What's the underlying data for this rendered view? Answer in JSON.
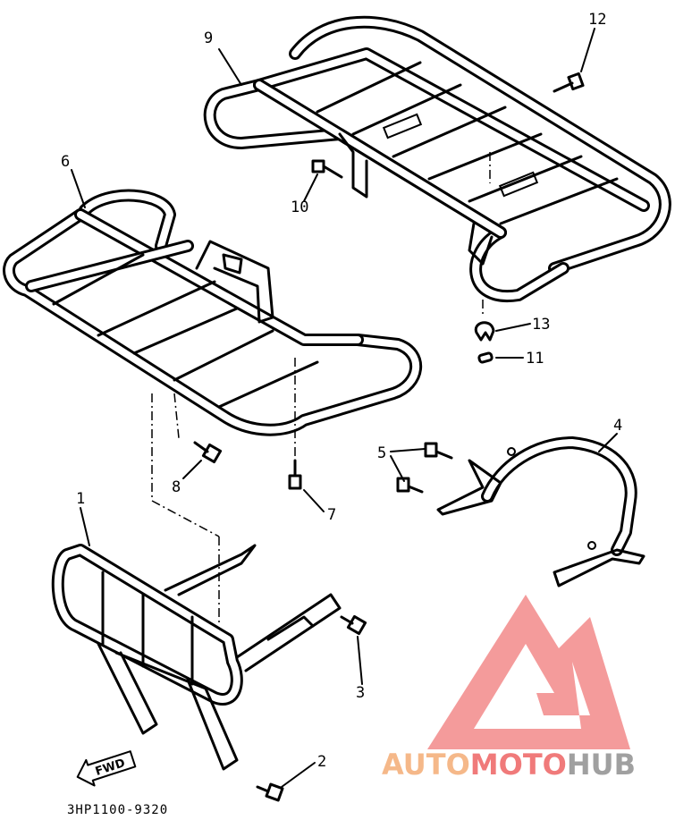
{
  "callouts": {
    "c1": "1",
    "c2": "2",
    "c3": "3",
    "c4": "4",
    "c5": "5",
    "c6": "6",
    "c7": "7",
    "c8": "8",
    "c9": "9",
    "c10": "10",
    "c11": "11",
    "c12": "12",
    "c13": "13"
  },
  "fwd_label": "FWD",
  "part_number": "3HP1100-9320",
  "watermark": {
    "part1": "AUTO",
    "part2": "MOTO",
    "part3": "HUB",
    "colors": {
      "auto": "#f5b889",
      "moto": "#f07a7a",
      "hub": "#a0a0a0",
      "logo": "#f28a8a"
    }
  }
}
